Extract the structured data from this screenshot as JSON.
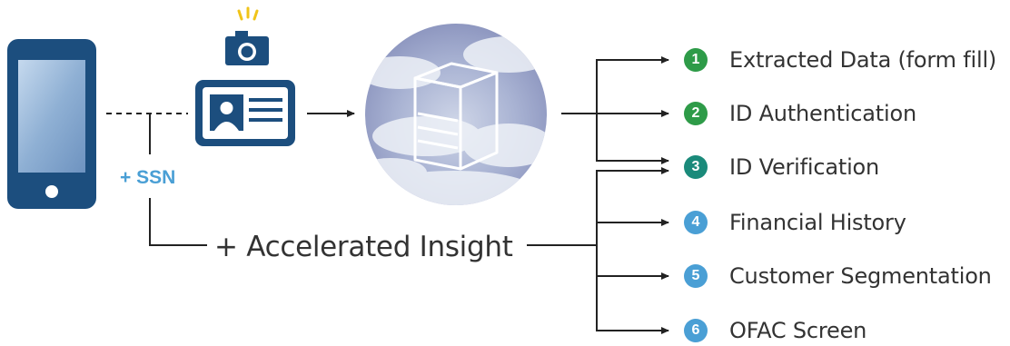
{
  "ssn_label": "+ SSN",
  "insight_label": "+ Accelerated Insight",
  "steps": [
    {
      "number": "1",
      "label": "Extracted Data (form fill)",
      "color": "#2e9b48"
    },
    {
      "number": "2",
      "label": "ID Authentication",
      "color": "#2e9b48"
    },
    {
      "number": "3",
      "label": "ID Verification",
      "color": "#1a8a7a"
    },
    {
      "number": "4",
      "label": "Financial History",
      "color": "#4a9fd5"
    },
    {
      "number": "5",
      "label": "Customer Segmentation",
      "color": "#4a9fd5"
    },
    {
      "number": "6",
      "label": "OFAC Screen",
      "color": "#4a9fd5"
    }
  ],
  "colors": {
    "phone": "#1c4e7e",
    "camera": "#1c4e7e",
    "flash": "#f0c419",
    "ssn": "#4a9fd5",
    "lines": "#222222",
    "server": "#ffffff"
  },
  "icons": [
    "phone-icon",
    "camera-icon",
    "id-card-icon",
    "cloud-server-icon"
  ]
}
